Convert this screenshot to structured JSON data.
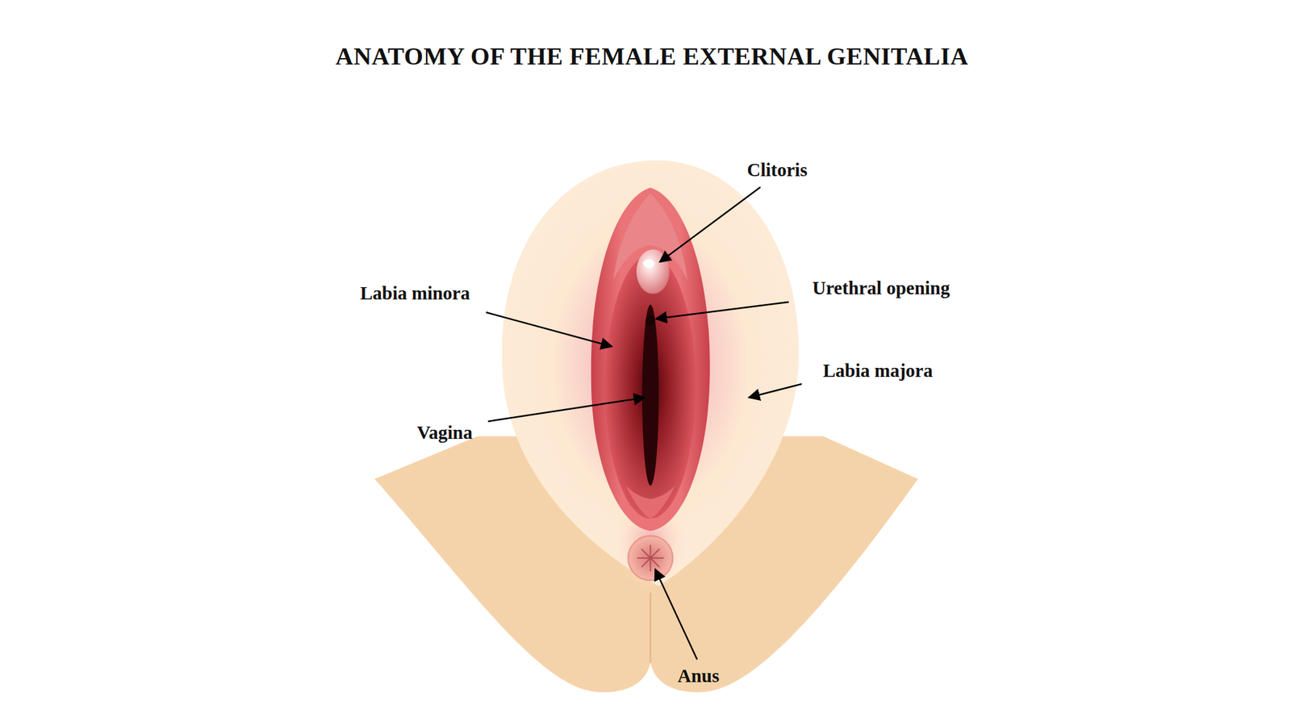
{
  "diagram": {
    "title": "ANATOMY OF THE FEMALE EXTERNAL GENITALIA",
    "labels": [
      "Clitoris",
      "Labia minora",
      "Urethral opening",
      "Labia majora",
      "Vagina",
      "Anus"
    ]
  }
}
